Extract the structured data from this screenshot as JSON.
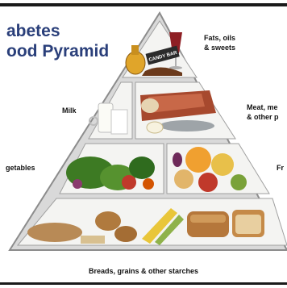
{
  "title": {
    "line1": "abetes",
    "line2": "ood Pyramid"
  },
  "labels": {
    "fats_oils": "Fats, oils",
    "sweets": "& sweets",
    "milk": "Milk",
    "meat": "Meat, me",
    "other_protein": "& other p",
    "vegetables": "getables",
    "fruits": "Fr",
    "starches": "Breads, grains & other starches"
  },
  "items": {
    "candy_bar": "CANDY BAR"
  },
  "colors": {
    "title": "#2a3f7a",
    "pyramid_frame": "#9a9a9a",
    "tier_bg": "#f4f4f2"
  }
}
